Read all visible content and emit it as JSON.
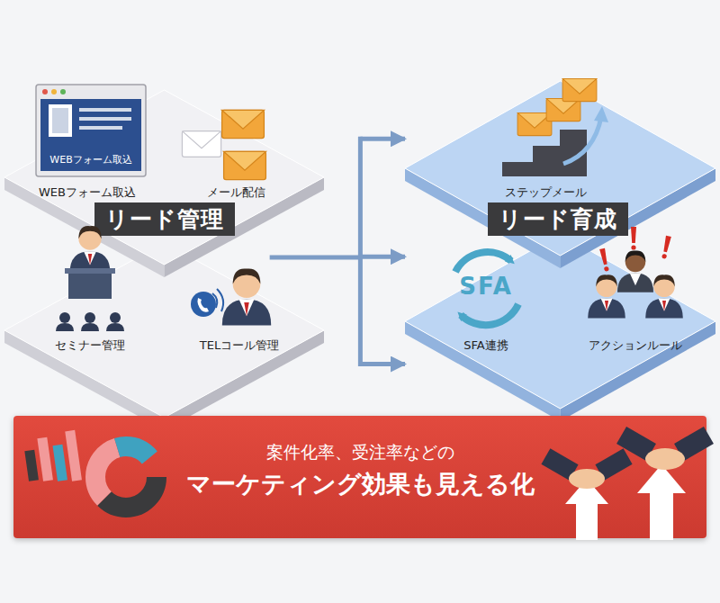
{
  "diagram": {
    "nodes": [
      {
        "text": [
          "リード管理"
        ]
      },
      {
        "text": [
          "リード育成"
        ]
      },
      {
        "text": [
          "案件化率、受注率などの",
          "マーケティング効果も見える化"
        ]
      }
    ],
    "edges": [
      {
        "from": 0,
        "to": 1,
        "arrow": "to"
      }
    ],
    "labels": [
      "WEBフォーム取込",
      "WEBフォーム取込",
      "メール配信",
      "セミナー管理",
      "TELコール管理",
      "ステップメール",
      "SFA",
      "SFA連携",
      "アクションルール"
    ]
  }
}
